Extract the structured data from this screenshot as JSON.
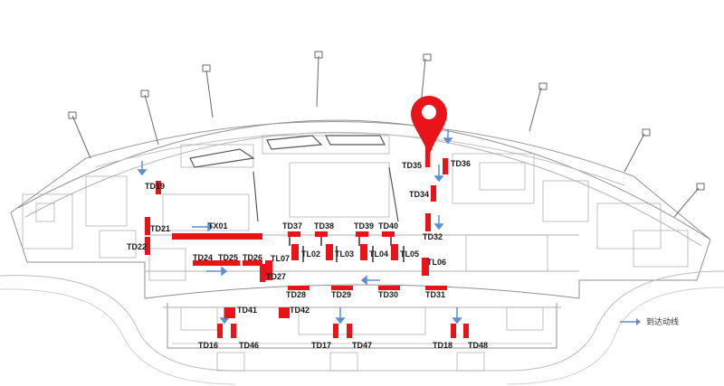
{
  "map": {
    "colors": {
      "ad": "#e8141a",
      "pin": "#e8141a",
      "arrow": "#5b8fd0",
      "line": "#9a9a9a",
      "dark": "#444444"
    },
    "pin_icon": "map-pin-icon",
    "legend": {
      "label": "到达动线"
    },
    "labels": [
      {
        "id": "TD35",
        "text": "TD35"
      },
      {
        "id": "TD36",
        "text": "TD36"
      },
      {
        "id": "TD19",
        "text": "TD19"
      },
      {
        "id": "TD34",
        "text": "TD34"
      },
      {
        "id": "TD21",
        "text": "TD21"
      },
      {
        "id": "TX01",
        "text": "TX01"
      },
      {
        "id": "TD37",
        "text": "TD37"
      },
      {
        "id": "TD38",
        "text": "TD38"
      },
      {
        "id": "TD39",
        "text": "TD39"
      },
      {
        "id": "TD40",
        "text": "TD40"
      },
      {
        "id": "TD32",
        "text": "TD32"
      },
      {
        "id": "TD22",
        "text": "TD22"
      },
      {
        "id": "TL02",
        "text": "TL02"
      },
      {
        "id": "TL03",
        "text": "TL03"
      },
      {
        "id": "TL04",
        "text": "TL04"
      },
      {
        "id": "TL05",
        "text": "TL05"
      },
      {
        "id": "TD24",
        "text": "TD24"
      },
      {
        "id": "TD25",
        "text": "TD25"
      },
      {
        "id": "TD26",
        "text": "TD26"
      },
      {
        "id": "TL07",
        "text": "TL07"
      },
      {
        "id": "TL06",
        "text": "TL06"
      },
      {
        "id": "TD27",
        "text": "TD27"
      },
      {
        "id": "TD28",
        "text": "TD28"
      },
      {
        "id": "TD29",
        "text": "TD29"
      },
      {
        "id": "TD30",
        "text": "TD30"
      },
      {
        "id": "TD31",
        "text": "TD31"
      },
      {
        "id": "TD41",
        "text": "TD41"
      },
      {
        "id": "TD42",
        "text": "TD42"
      },
      {
        "id": "TD16",
        "text": "TD16"
      },
      {
        "id": "TD46",
        "text": "TD46"
      },
      {
        "id": "TD17",
        "text": "TD17"
      },
      {
        "id": "TD47",
        "text": "TD47"
      },
      {
        "id": "TD18",
        "text": "TD18"
      },
      {
        "id": "TD48",
        "text": "TD48"
      }
    ]
  }
}
